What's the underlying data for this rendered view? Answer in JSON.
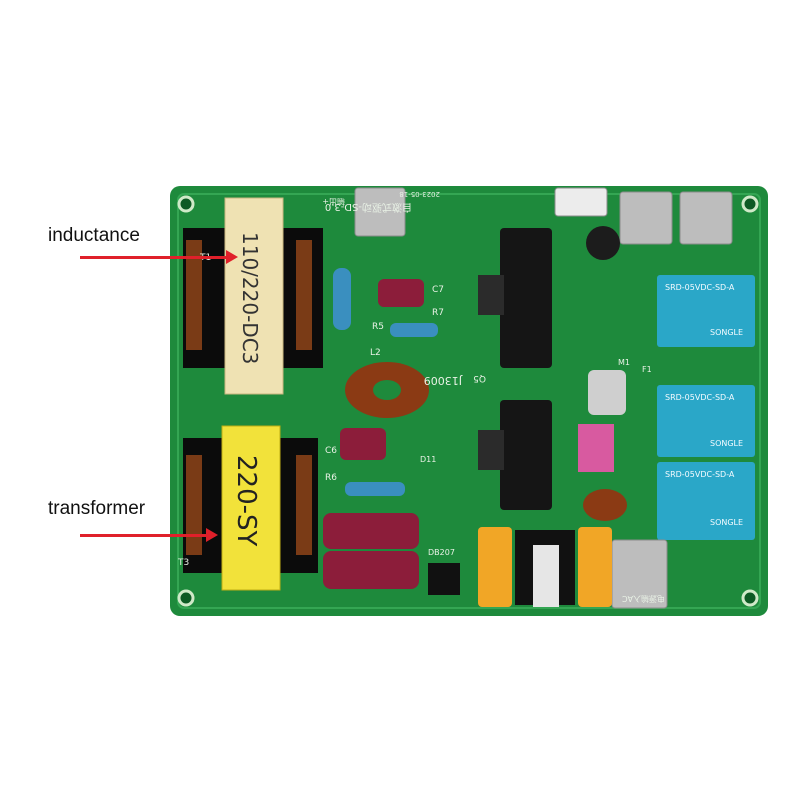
{
  "callouts": {
    "inductance": "inductance",
    "transformer": "transformer"
  },
  "board": {
    "model": "自激式驱动-SD-3.0",
    "date": "2023-05-18",
    "output_label": "输出+",
    "inductor_marking": "110/220-DC3",
    "transformer_marking": "220-SY",
    "transistor_label": "J13009",
    "relay_marking": "SRD-05VDC-SD-A",
    "relay_brand": "SONGLE",
    "silk_t1": "T1",
    "silk_t3": "T3",
    "silk_c7": "C7",
    "silk_r7": "R7",
    "silk_r5": "R5",
    "silk_l2": "L2",
    "silk_c6": "C6",
    "silk_r6": "R6",
    "silk_q5": "Q5",
    "silk_m1": "M1",
    "silk_f1": "F1",
    "silk_d11": "D11",
    "silk_db207": "DB207",
    "ac_label": "电源输入AC"
  },
  "colors": {
    "pcb": "#1e8a3c",
    "arrow": "#e0202a",
    "relay": "#2aa7c8",
    "capacitor": "#8c1d3a",
    "transformer_core": "#f2e23a"
  }
}
